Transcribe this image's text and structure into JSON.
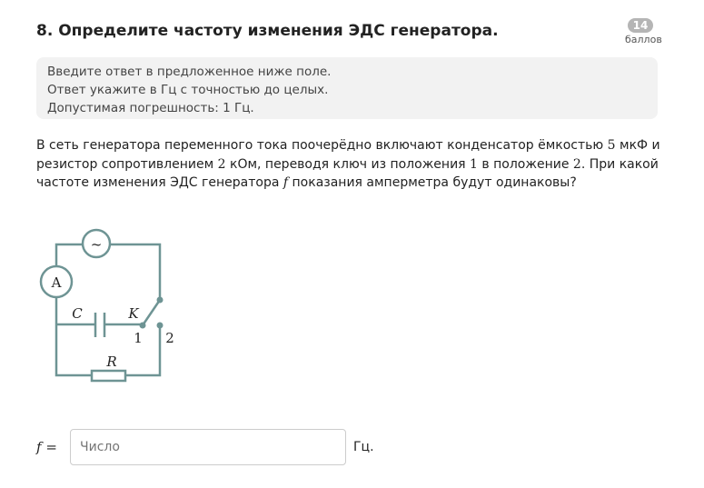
{
  "header": {
    "title": "8. Определите частоту изменения ЭДС генератора.",
    "points": "14",
    "points_label": "баллов"
  },
  "hint": {
    "lines": [
      "Введите ответ в предложенное ниже поле.",
      "Ответ укажите в Гц с точностью до целых.",
      "Допустимая погрешность: 1 Гц."
    ]
  },
  "task": {
    "parts": [
      "В сеть генератора переменного тока поочерёдно включают конденсатор ёмкостью ",
      "5",
      " мкФ и резистор сопротивлением ",
      "2",
      " кОм, переводя ключ из положения ",
      "1",
      " в положение ",
      "2",
      ". При какой частоте изменения ЭДС генератора ",
      "f",
      " показания амперметра будут одинаковы?"
    ]
  },
  "circuit": {
    "generator": "~",
    "ammeter": "A",
    "capacitor": "C",
    "key": "K",
    "pos1": "1",
    "pos2": "2",
    "resistor": "R",
    "wire_color": "#6e9494"
  },
  "answer": {
    "variable": "f =",
    "placeholder": "Число",
    "value": "",
    "unit": "Гц."
  }
}
